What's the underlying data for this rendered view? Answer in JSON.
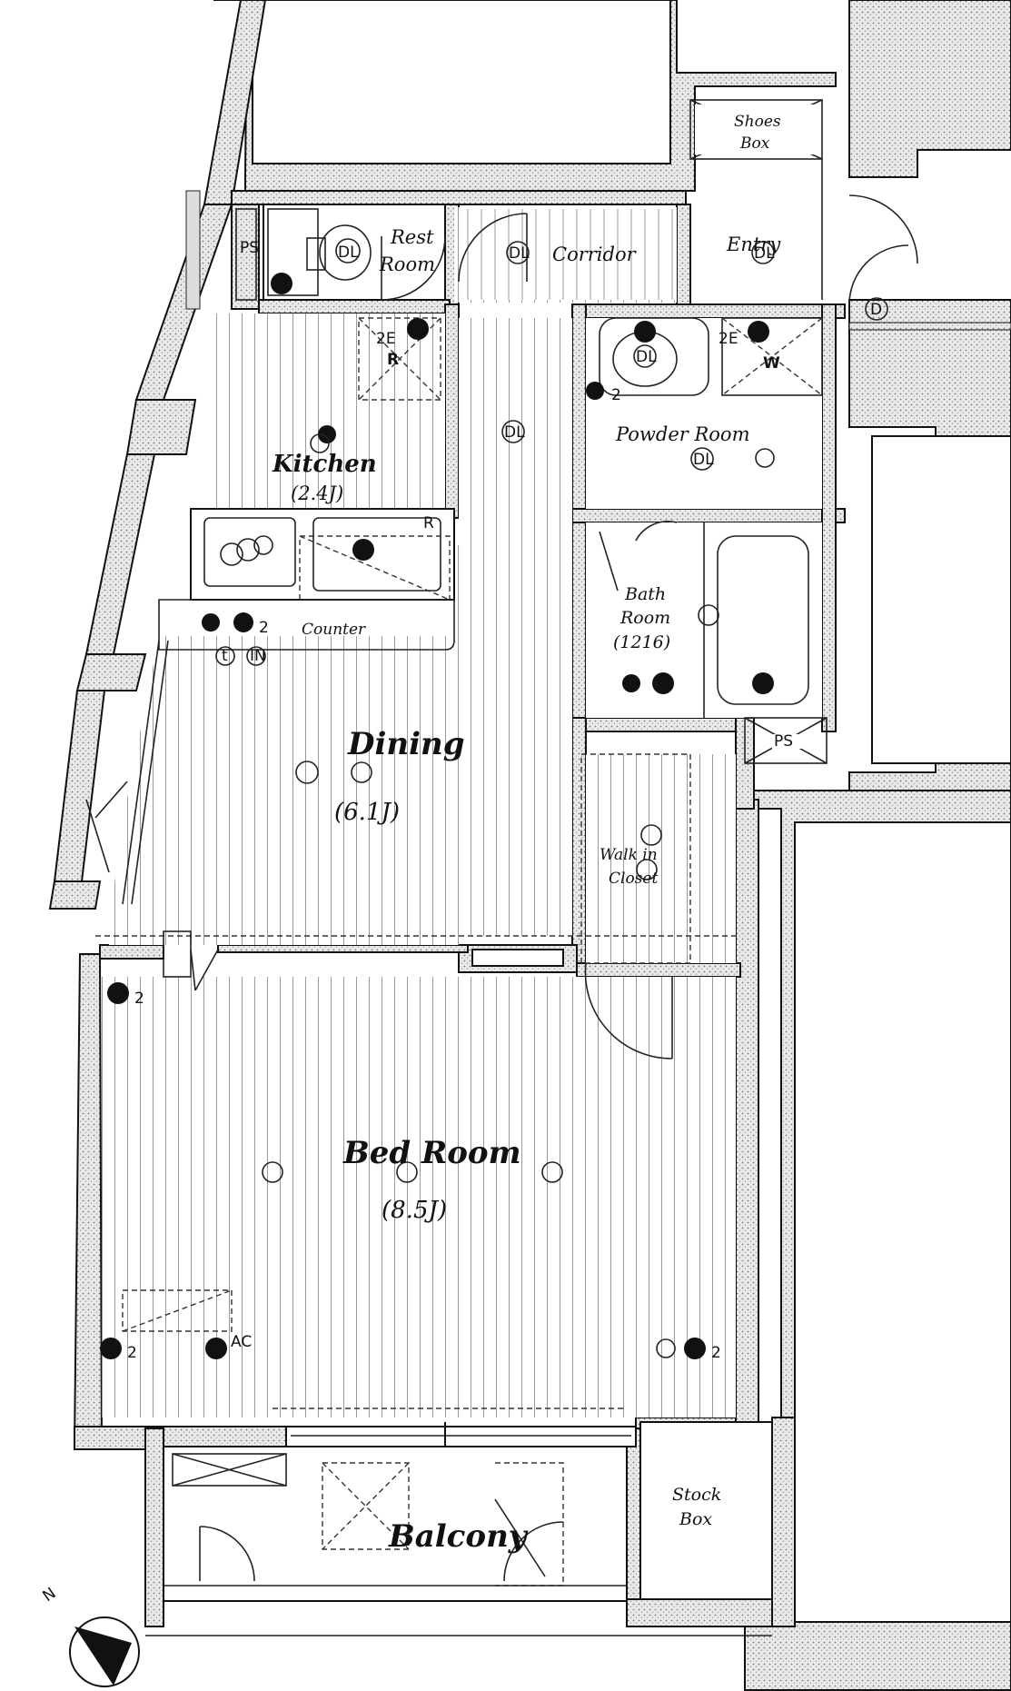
{
  "rooms": {
    "rest_room": "Rest\nRoom",
    "rest_room_l1": "Rest",
    "rest_room_l2": "Room",
    "corridor": "Corridor",
    "entry": "Entry",
    "shoes_box_l1": "Shoes",
    "shoes_box_l2": "Box",
    "kitchen": "Kitchen",
    "kitchen_size": "(2.4J)",
    "powder_room": "Powder Room",
    "bath_l1": "Bath",
    "bath_l2": "Room",
    "bath_size": "(1216)",
    "counter": "Counter",
    "dining": "Dining",
    "dining_size": "(6.1J)",
    "walkin_l1": "Walk in",
    "walkin_l2": "Closet",
    "bed_room": "Bed Room",
    "bed_size": "(8.5J)",
    "balcony": "Balcony",
    "stock_l1": "Stock",
    "stock_l2": "Box"
  },
  "fixtures": {
    "ps_top": "PS",
    "ps_right": "PS",
    "dl": "DL",
    "r": "R",
    "w": "W",
    "d": "D",
    "two_e": "2E",
    "two": "2",
    "ac": "AC",
    "in": "IN",
    "t": "t"
  },
  "compass": {
    "north": "N"
  }
}
